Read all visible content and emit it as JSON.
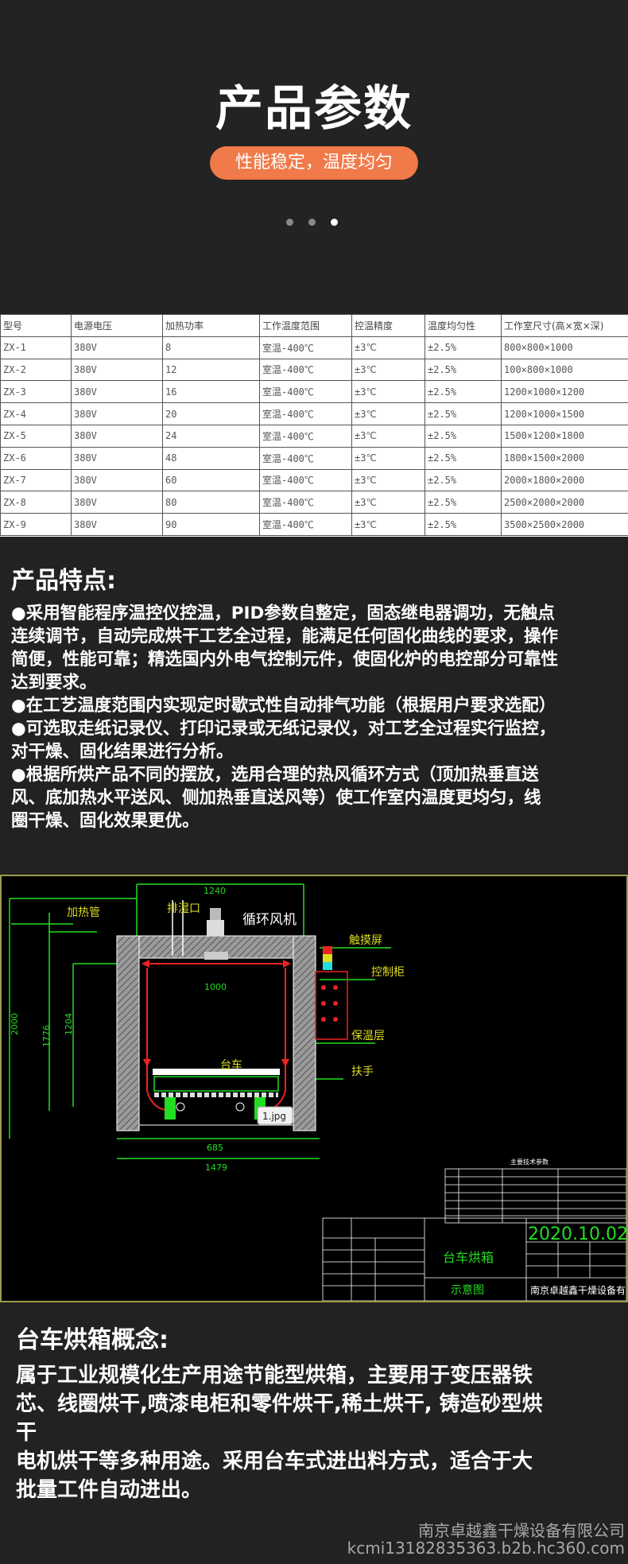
{
  "hero": {
    "title": "产品参数",
    "subtitle": "性能稳定，温度均匀"
  },
  "spec_table": {
    "headers": [
      "型号",
      "电源电压",
      "加热功率",
      "工作温度范围",
      "控温精度",
      "温度均匀性",
      "工作室尺寸(高×宽×深)"
    ],
    "rows": [
      [
        "ZX-1",
        "380V",
        "8",
        "室温-400℃",
        "±3℃",
        "±2.5%",
        "800×800×1000"
      ],
      [
        "ZX-2",
        "380V",
        "12",
        "室温-400℃",
        "±3℃",
        "±2.5%",
        "100×800×1000"
      ],
      [
        "ZX-3",
        "380V",
        "16",
        "室温-400℃",
        "±3℃",
        "±2.5%",
        "1200×1000×1200"
      ],
      [
        "ZX-4",
        "380V",
        "20",
        "室温-400℃",
        "±3℃",
        "±2.5%",
        "1200×1000×1500"
      ],
      [
        "ZX-5",
        "380V",
        "24",
        "室温-400℃",
        "±3℃",
        "±2.5%",
        "1500×1200×1800"
      ],
      [
        "ZX-6",
        "380V",
        "48",
        "室温-400℃",
        "±3℃",
        "±2.5%",
        "1800×1500×2000"
      ],
      [
        "ZX-7",
        "380V",
        "60",
        "室温-400℃",
        "±3℃",
        "±2.5%",
        "2000×1800×2000"
      ],
      [
        "ZX-8",
        "380V",
        "80",
        "室温-400℃",
        "±3℃",
        "±2.5%",
        "2500×2000×2000"
      ],
      [
        "ZX-9",
        "380V",
        "90",
        "室温-400℃",
        "±3℃",
        "±2.5%",
        "3500×2500×2000"
      ]
    ]
  },
  "features": {
    "title": "产品特点:",
    "lines": [
      "●采用智能程序温控仪控温，PID参数自整定，固态继电器调功，无触点",
      "连续调节，自动完成烘干工艺全过程，能满足任何固化曲线的要求，操作",
      "简便，性能可靠；精选国内外电气控制元件，使固化炉的电控部分可靠性",
      "达到要求。",
      "●在工艺温度范围内实现定时歇式性自动排气功能（根据用户要求选配）",
      "●可选取走纸记录仪、打印记录或无纸记录仪，对工艺全过程实行监控，",
      "对干燥、固化结果进行分析。",
      "●根据所烘产品不同的摆放，选用合理的热风循环方式（顶加热垂直送",
      "风、底加热水平送风、侧加热垂直送风等）使工作室内温度更均匀，线",
      "圈干燥、固化效果更优。"
    ]
  },
  "drawing": {
    "labels": {
      "heater": "加热管",
      "exhaust": "排湿口",
      "fan": "循环风机",
      "screen": "触摸屏",
      "cabinet": "控制柜",
      "insulation": "保温层",
      "handle": "扶手",
      "cart": "台车",
      "dim_top": "1240",
      "dim_inner": "1000",
      "dim_h1": "2000",
      "dim_h2": "1776",
      "dim_h3": "1204",
      "dim_b1": "685",
      "dim_b2": "1479",
      "file_tag": "1.jpg",
      "title_block_name": "台车烘箱",
      "title_block_view": "示意图",
      "date": "2020.10.02",
      "company": "南京卓越鑫干燥设备有限公司",
      "table_title": "主要技术参数"
    }
  },
  "concept": {
    "title": "台车烘箱概念:",
    "lines": [
      "属于工业规模化生产用途节能型烘箱，主要用于变压器铁",
      "芯、线圈烘干,喷漆电柜和零件烘干,稀土烘干, 铸造砂型烘",
      "干",
      "电机烘干等多种用途。采用台车式进出料方式，适合于大",
      "批量工件自动进出。"
    ]
  },
  "watermark": {
    "company": "南京卓越鑫干燥设备有限公司",
    "site": "kcmi13182835363.b2b.hc360.com"
  },
  "colors": {
    "accent": "#f07a49",
    "cad_green": "#22dd22",
    "cad_red": "#ee2222",
    "cad_white": "#ffffff"
  }
}
